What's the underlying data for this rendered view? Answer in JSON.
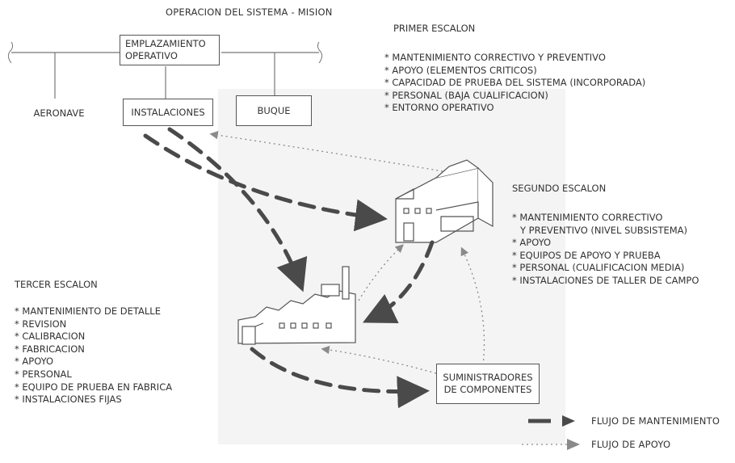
{
  "title": "OPERACION DEL SISTEMA - MISION",
  "emplazamiento": {
    "line1": "EMPLAZAMIENTO",
    "line2": "OPERATIVO"
  },
  "sites": {
    "aeronave": "AERONAVE",
    "instalaciones": "INSTALACIONES",
    "buque": "BUQUE"
  },
  "primer_escalon": {
    "heading": "PRIMER ESCALON",
    "items": [
      "MANTENIMIENTO CORRECTIVO Y PREVENTIVO",
      "APOYO (ELEMENTOS CRITICOS)",
      "CAPACIDAD DE PRUEBA DEL SISTEMA (INCORPORADA)",
      "PERSONAL (BAJA CUALIFICACION)",
      "ENTORNO OPERATIVO"
    ]
  },
  "segundo_escalon": {
    "heading": "SEGUNDO ESCALON",
    "items": [
      "MANTENIMIENTO CORRECTIVO",
      "APOYO",
      "EQUIPOS DE APOYO Y PRUEBA",
      "PERSONAL (CUALIFICACION MEDIA)",
      "INSTALACIONES DE TALLER DE CAMPO"
    ],
    "item1_continuation": "Y PREVENTIVO (NIVEL SUBSISTEMA)"
  },
  "tercer_escalon": {
    "heading": "TERCER ESCALON",
    "items": [
      "MANTENIMIENTO DE DETALLE",
      "REVISION",
      "CALIBRACION",
      "FABRICACION",
      "APOYO",
      "PERSONAL",
      "EQUIPO DE PRUEBA EN FABRICA",
      "INSTALACIONES FIJAS"
    ]
  },
  "suministradores": {
    "line1": "SUMINISTRADORES",
    "line2": "DE COMPONENTES"
  },
  "legend": {
    "mantenimiento": "FLUJO DE MANTENIMIENTO",
    "apoyo": "FLUJO DE APOYO"
  },
  "colors": {
    "maintenance_flow": "#4a4a4a",
    "support_flow": "#8a8a8a",
    "text": "#333333"
  }
}
